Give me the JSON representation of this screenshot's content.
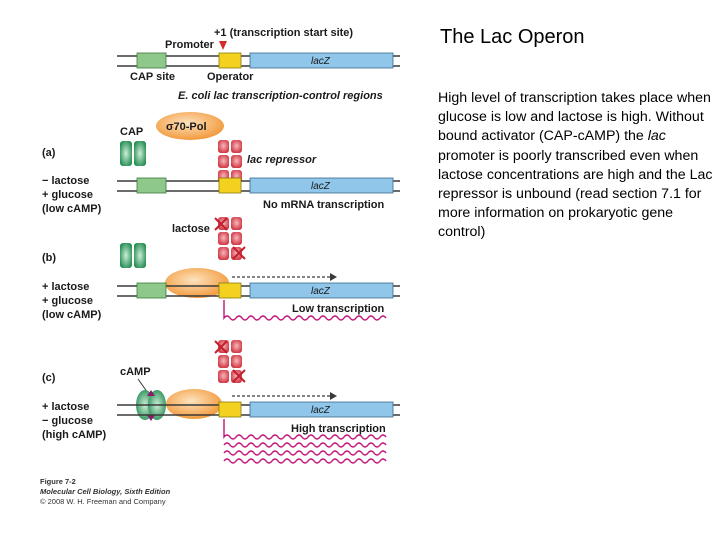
{
  "slide": {
    "title": "The Lac Operon",
    "body_before_italic": "High level of transcription takes place when glucose is low and lactose is high. Without bound activator (CAP-cAMP) the ",
    "body_italic": "lac",
    "body_after_italic": " promoter is poorly transcribed even when lactose concentrations are high  and the Lac repressor is unbound (read section 7.1 for more information on prokaryotic gene control)"
  },
  "figure": {
    "tss_label": "+1 (transcription start site)",
    "promoter_label": "Promoter",
    "cap_site_label": "CAP site",
    "operator_label": "Operator",
    "lacz_label": "lacZ",
    "regions_label": "E. coli lac transcription-control regions",
    "cap_label": "CAP",
    "sigma_pol_label": "σ70-Pol",
    "lac_repressor_label": "lac repressor",
    "lactose_label": "lactose",
    "camp_label": "cAMP",
    "panel_a": {
      "letter": "(a)",
      "cond1": "− lactose",
      "cond2": "+ glucose",
      "cond3": "(low cAMP)",
      "result": "No mRNA transcription"
    },
    "panel_b": {
      "letter": "(b)",
      "cond1": "+ lactose",
      "cond2": "+ glucose",
      "cond3": "(low cAMP)",
      "result": "Low transcription"
    },
    "panel_c": {
      "letter": "(c)",
      "cond1": "+ lactose",
      "cond2": "− glucose",
      "cond3": "(high cAMP)",
      "result": "High transcription"
    },
    "caption_line1": "Figure 7-2",
    "caption_line2": "Molecular Cell Biology, Sixth Edition",
    "caption_line3": "© 2008 W. H. Freeman and Company"
  },
  "colors": {
    "cap_site": "#8ec98b",
    "operator": "#f2d21e",
    "lacz": "#8fc6ea",
    "dna": "#3a3a3a",
    "repressor": "#d63a45",
    "cap_protein": "#1e8a4e",
    "polymerase": "#f2a24a",
    "mrna": "#c2147a",
    "promoter_arrow": "#d62b2b"
  }
}
